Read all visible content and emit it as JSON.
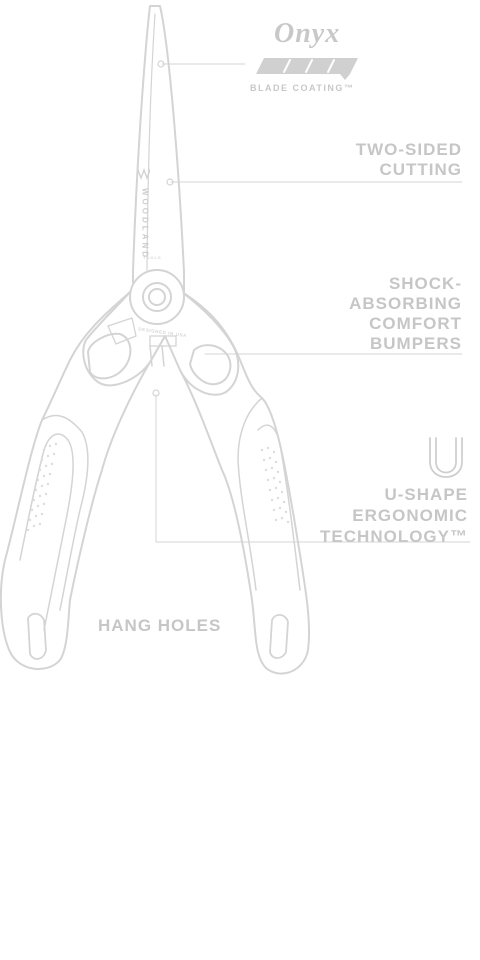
{
  "callouts": {
    "onyx": {
      "brand": "Onyx",
      "sub": "BLADE COATING™"
    },
    "two_sided": "TWO-SIDED\nCUTTING",
    "shock": "SHOCK-\nABSORBING\nCOMFORT\nBUMPERS",
    "u_shape": {
      "glyph": "U",
      "text": "U-SHAPE\nERGONOMIC\nTECHNOLOGY™"
    },
    "hang_holes": "HANG HOLES"
  },
  "blade_text": {
    "brand": "WOODLAND",
    "sub": "TOOLS"
  },
  "pivot_text": "DESIGNED IN USA",
  "colors": {
    "line": "#d4d4d4",
    "text": "#c6c6c6",
    "fill": "#ffffff"
  }
}
